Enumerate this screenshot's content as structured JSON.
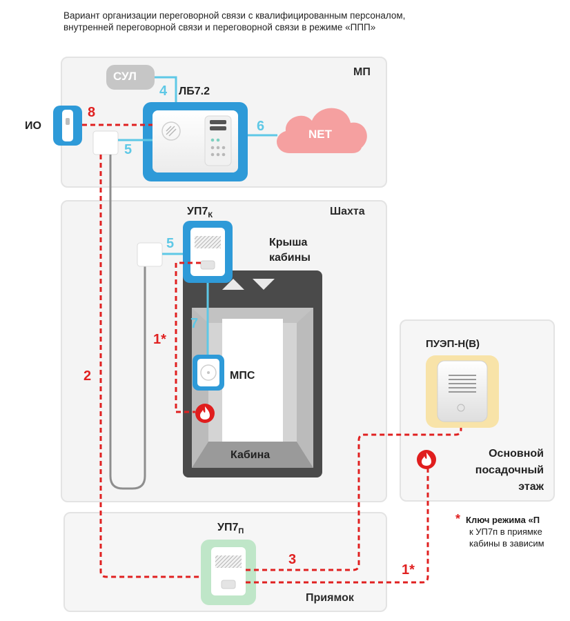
{
  "caption": {
    "line1": "Вариант организации переговорной связи с квалифицированным персоналом,",
    "line2": "внутренней переговорной связи и переговорной связи в режиме «ППП»"
  },
  "regions": {
    "mp": "МП",
    "shaft": "Шахта",
    "pit": "Приямок"
  },
  "devices": {
    "sul": "СУЛ",
    "lb": "ЛБ7.2",
    "io": "ИО",
    "net": "NET",
    "up7k_main": "УП7",
    "up7k_sub": "К",
    "cabin_roof_1": "Крыша",
    "cabin_roof_2": "кабины",
    "mps": "МПС",
    "cabin": "Кабина",
    "up7p_main": "УП7",
    "up7p_sub": "П",
    "puep": "ПУЭП-Н(В)",
    "floor_1": "Основной",
    "floor_2": "посадочный",
    "floor_3": "этаж"
  },
  "line_numbers": {
    "n1star_shaft": "1*",
    "n2": "2",
    "n3": "3",
    "n1star_pit": "1*",
    "n4": "4",
    "n5_mp": "5",
    "n5_shaft": "5",
    "n6": "6",
    "n7": "7",
    "n8": "8"
  },
  "note": {
    "star": "*",
    "line1": "Ключ режима «П",
    "line2": "к УП7п в приямке",
    "line3": "кабины в зависим"
  },
  "colors": {
    "accent_blue": "#2e9ad8",
    "line_blue": "#5ec8e6",
    "line_red": "#e02020",
    "pit_green": "#bfe6c8",
    "puep_yellow": "#f8e3a8"
  }
}
